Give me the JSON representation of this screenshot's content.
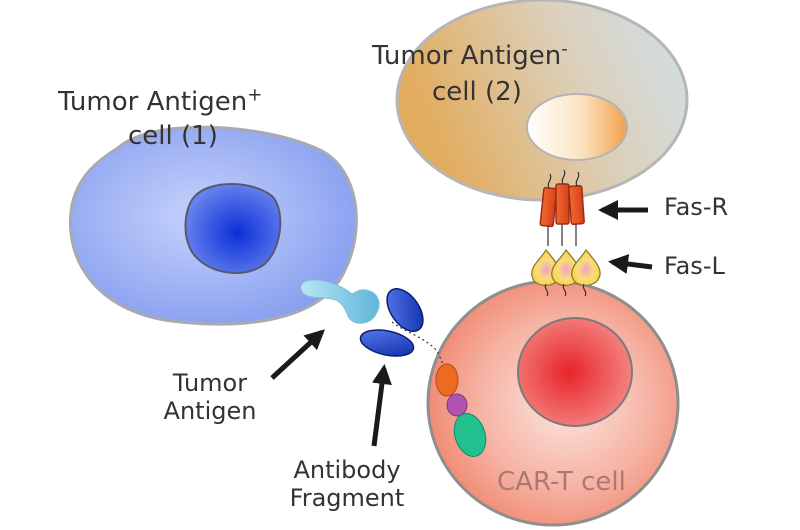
{
  "labels": {
    "tumor_pos_line1": "Tumor Antigen",
    "tumor_pos_sign": "+",
    "tumor_pos_line2": "cell (1)",
    "tumor_neg_line1": "Tumor Antigen",
    "tumor_neg_sign": "-",
    "tumor_neg_line2": "cell (2)",
    "fas_r": "Fas-R",
    "fas_l": "Fas-L",
    "tumor_antigen_line1": "Tumor",
    "tumor_antigen_line2": "Antigen",
    "antibody_line1": "Antibody",
    "antibody_line2": "Fragment",
    "car_t": "CAR-T cell"
  },
  "colors": {
    "tumor_pos_cell": "#8aa2f2",
    "tumor_pos_nucleus": "#1a3fe0",
    "tumor_neg_cell": "#e4b26c",
    "tumor_neg_cell_light": "#d3e1ea",
    "car_t_cell": "#f08872",
    "car_t_nucleus": "#e83a3a",
    "fas_r": "#e8542a",
    "fas_l": "#f6e070",
    "antibody": "#1f46d6",
    "arrow": "#1a1a1a",
    "label_text": "#333333",
    "car_t_label": "#a87a72"
  }
}
